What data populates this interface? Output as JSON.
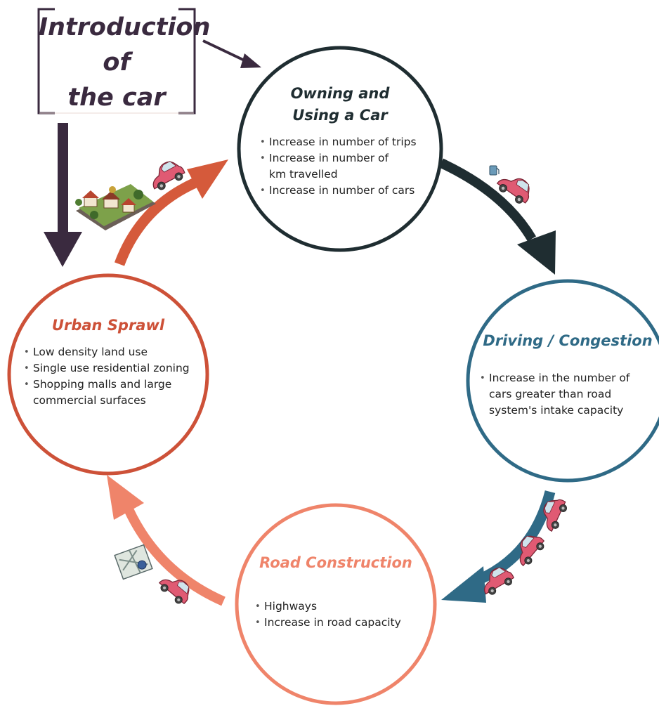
{
  "colors": {
    "intro": "#3a2a3f",
    "owning": "#1f2d31",
    "driving": "#2f6a86",
    "road": "#ef846a",
    "sprawl": "#cd5138",
    "arrow_sprawl_to_owning": "#d55a3b"
  },
  "intro": {
    "lines": [
      "Introduction",
      "of",
      "the car"
    ]
  },
  "nodes": {
    "owning": {
      "title_lines": [
        "Owning and",
        "Using a Car"
      ],
      "items": [
        "Increase in number of trips",
        "Increase in number of km travelled",
        "Increase in number of cars"
      ]
    },
    "driving": {
      "title": "Driving / Congestion",
      "items": [
        "Increase in the number of cars greater than road system's intake capacity"
      ]
    },
    "road": {
      "title": "Road Construction",
      "items": [
        "Highways",
        "Increase in road capacity"
      ]
    },
    "sprawl": {
      "title": "Urban Sprawl",
      "items": [
        "Low density land use",
        "Single use residential zoning",
        "Shopping malls and large commercial surfaces"
      ]
    }
  },
  "icons": [
    "car-icon",
    "houses-icon",
    "map-icon",
    "gas-pump-icon"
  ]
}
